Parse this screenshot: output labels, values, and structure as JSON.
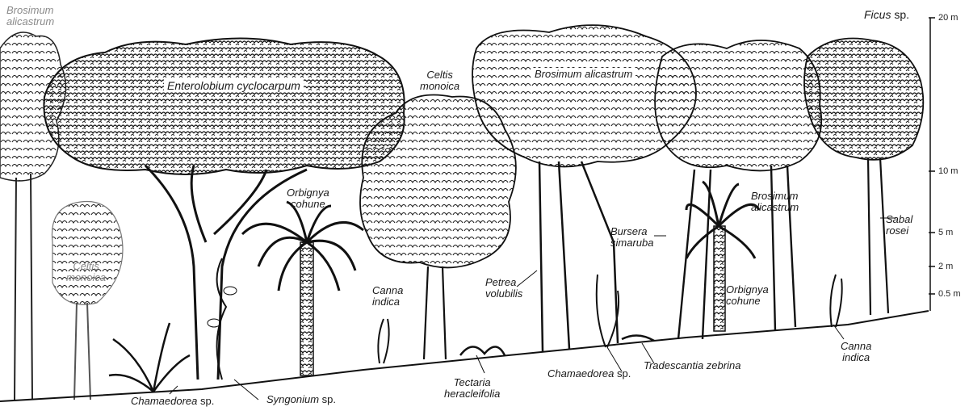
{
  "scale": {
    "ticks": [
      {
        "label": "20 m",
        "value": 20
      },
      {
        "label": "10 m",
        "value": 10
      },
      {
        "label": "5 m",
        "value": 5
      },
      {
        "label": "2 m",
        "value": 2
      },
      {
        "label": "0.5 m",
        "value": 0.5
      }
    ]
  },
  "labels": {
    "brosimum_topleft": [
      "Brosimum",
      "alicastrum"
    ],
    "enterolobium": "Enterolobium cyclocarpum",
    "celtis_top": [
      "Celtis",
      "monoica"
    ],
    "brosimum_top": "Brosimum alicastrum",
    "ficus_genus": "Ficus",
    "ficus_sp": "sp.",
    "orbignya_left": [
      "Orbignya",
      "cohune"
    ],
    "celtis_left": [
      "Celtis",
      "monoica"
    ],
    "canna_mid": [
      "Canna",
      "indica"
    ],
    "petrea": [
      "Petrea",
      "volubilis"
    ],
    "bursera": [
      "Bursera",
      "simaruba"
    ],
    "brosimum_right": [
      "Brosimum",
      "alicastrum"
    ],
    "sabal": [
      "Sabal",
      "rosei"
    ],
    "orbignya_right": [
      "Orbignya",
      "cohune"
    ],
    "canna_right": [
      "Canna",
      "indica"
    ],
    "chamaedorea_left_genus": "Chamaedorea",
    "chamaedorea_left_sp": "sp.",
    "syngonium_genus": "Syngonium",
    "syngonium_sp": "sp.",
    "tectaria": [
      "Tectaria",
      "heracleifolia"
    ],
    "chamaedorea_mid_genus": "Chamaedorea",
    "chamaedorea_mid_sp": "sp.",
    "tradescantia": "Tradescantia zebrina"
  }
}
